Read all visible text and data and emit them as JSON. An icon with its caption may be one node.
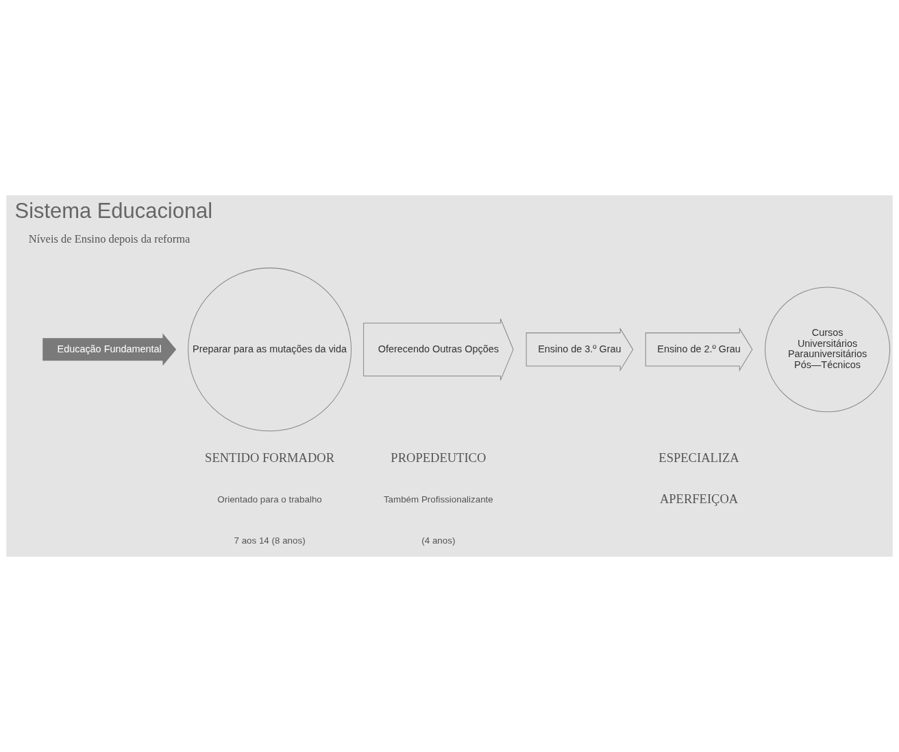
{
  "diagram": {
    "title": "Sistema Educacional",
    "nodes": [
      {
        "text": [
          "Educação Fundamental"
        ]
      },
      {
        "text": [
          "Preparar para as mutações da vida"
        ]
      },
      {
        "text": [
          "Oferecendo Outras Opções"
        ]
      },
      {
        "text": [
          "Ensino de 3.º Grau"
        ]
      },
      {
        "text": [
          "Ensino de 2.º Grau"
        ]
      },
      {
        "text": [
          "Cursos",
          "Universitários",
          "Parauniversitários",
          "Pós—Técnicos"
        ]
      }
    ],
    "labels": [
      "Níveis de Ensino depois da reforma",
      "SENTIDO FORMADOR",
      "Orientado para o trabalho",
      "7 aos 14 (8 anos)",
      "PROPEDEUTICO",
      "Também Profissionalizante",
      "(4 anos)",
      "ESPECIALIZA",
      "APERFEIÇOA"
    ]
  }
}
